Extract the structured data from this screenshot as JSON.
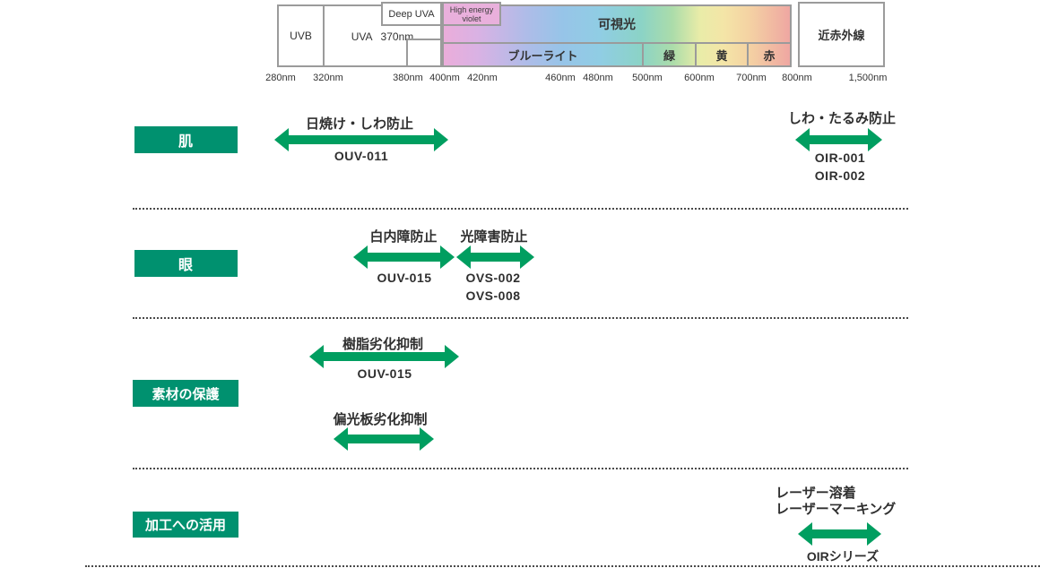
{
  "colors": {
    "accent": "#00916F",
    "arrow": "#009E60",
    "border": "#9B9B9B",
    "text": "#303030"
  },
  "spectrum": {
    "uvb": "UVB",
    "uva": "UVA",
    "uva_boundary": "370nm",
    "deep_uva": "Deep UVA",
    "hev_line1": "High energy",
    "hev_line2": "violet",
    "visible_light": "可視光",
    "blue_light": "ブルーライト",
    "green": "緑",
    "yellow": "黄",
    "red": "赤",
    "near_infrared": "近赤外線",
    "ticks": [
      "280nm",
      "320nm",
      "380nm",
      "400nm",
      "420nm",
      "460nm",
      "480nm",
      "500nm",
      "600nm",
      "700nm",
      "800nm",
      "1,500nm"
    ]
  },
  "rows": [
    {
      "category": "肌",
      "uses": [
        {
          "label": "日焼け・しわ防止",
          "products": [
            "OUV-011"
          ]
        },
        {
          "label": "しわ・たるみ防止",
          "products": [
            "OIR-001",
            "OIR-002"
          ]
        }
      ]
    },
    {
      "category": "眼",
      "uses": [
        {
          "label": "白内障防止",
          "products": [
            "OUV-015"
          ]
        },
        {
          "label": "光障害防止",
          "products": [
            "OVS-002",
            "OVS-008"
          ]
        }
      ]
    },
    {
      "category": "素材の保護",
      "uses": [
        {
          "label": "樹脂劣化抑制",
          "products": [
            "OUV-015"
          ]
        },
        {
          "label": "偏光板劣化抑制",
          "products": []
        }
      ]
    },
    {
      "category": "加工への活用",
      "uses": [
        {
          "label_line1": "レーザー溶着",
          "label_line2": "レーザーマーキング",
          "products": [
            "OIRシリーズ"
          ]
        }
      ]
    }
  ]
}
